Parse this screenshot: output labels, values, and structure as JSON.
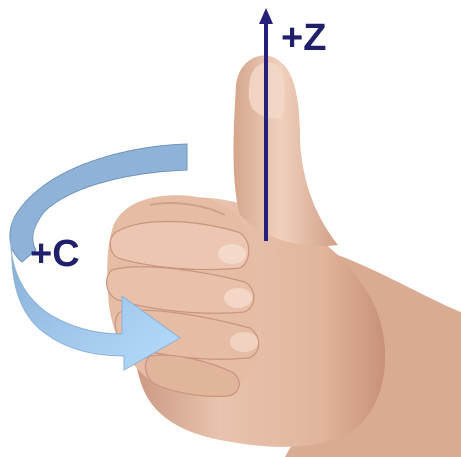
{
  "labels": {
    "z_axis": "+Z",
    "c_rotation": "+C"
  },
  "colors": {
    "label_text": "#1f1f6b",
    "z_axis_arrow": "#25207a",
    "rotation_arrow_light": "#a8d3f5",
    "rotation_arrow_dark": "#7fa5cc",
    "skin_light": "#e9c4ad",
    "skin_mid": "#d8a990",
    "skin_shadow": "#b98570",
    "background": "#ffffff"
  },
  "icons": {
    "hand": "right-hand-thumbs-up",
    "z_arrow": "arrow-up",
    "rotation_arrow": "curved-arrow-counterclockwise"
  }
}
